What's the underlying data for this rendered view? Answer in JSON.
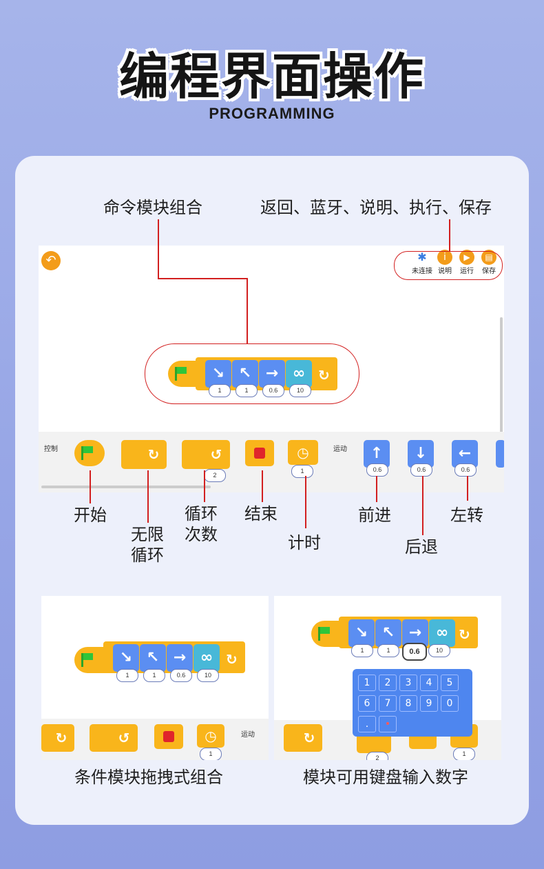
{
  "header": {
    "title": "编程界面操作",
    "subtitle": "PROGRAMMING"
  },
  "annotations": {
    "combo": "命令模块组合",
    "toolbar": "返回、蓝牙、说明、执行、保存",
    "start": "开始",
    "infinite": [
      "无限",
      "循环"
    ],
    "loop_count": [
      "循环",
      "次数"
    ],
    "end": "结束",
    "timer": "计时",
    "forward": "前进",
    "backward": "后退",
    "turn_left": "左转"
  },
  "toolbar": {
    "bluetooth": "未连接",
    "info": "说明",
    "run": "运行",
    "save": "保存"
  },
  "program_blocks": [
    {
      "icon": "↘",
      "value": "1"
    },
    {
      "icon": "↖",
      "value": "1"
    },
    {
      "icon": "→",
      "value": "0.6"
    },
    {
      "icon": "∞",
      "value": "10"
    }
  ],
  "palette": {
    "control_label": "控制",
    "motion_label": "运动",
    "loop_count_value": "2",
    "timer_value": "1",
    "forward_value": "0.6",
    "backward_value": "0.6",
    "left_value": "0.6"
  },
  "captions": {
    "left": "条件模块拖拽式组合",
    "right": "模块可用键盘输入数字"
  },
  "keyboard": {
    "rows": [
      [
        "1",
        "2",
        "3",
        "4",
        "5"
      ],
      [
        "6",
        "7",
        "8",
        "9",
        "0"
      ],
      [
        ".",
        "•"
      ]
    ],
    "selected_value": "0.6"
  },
  "colors": {
    "accent": "#f9b51b",
    "motion": "#5b8ef2",
    "highlight": "#d21f1f"
  }
}
